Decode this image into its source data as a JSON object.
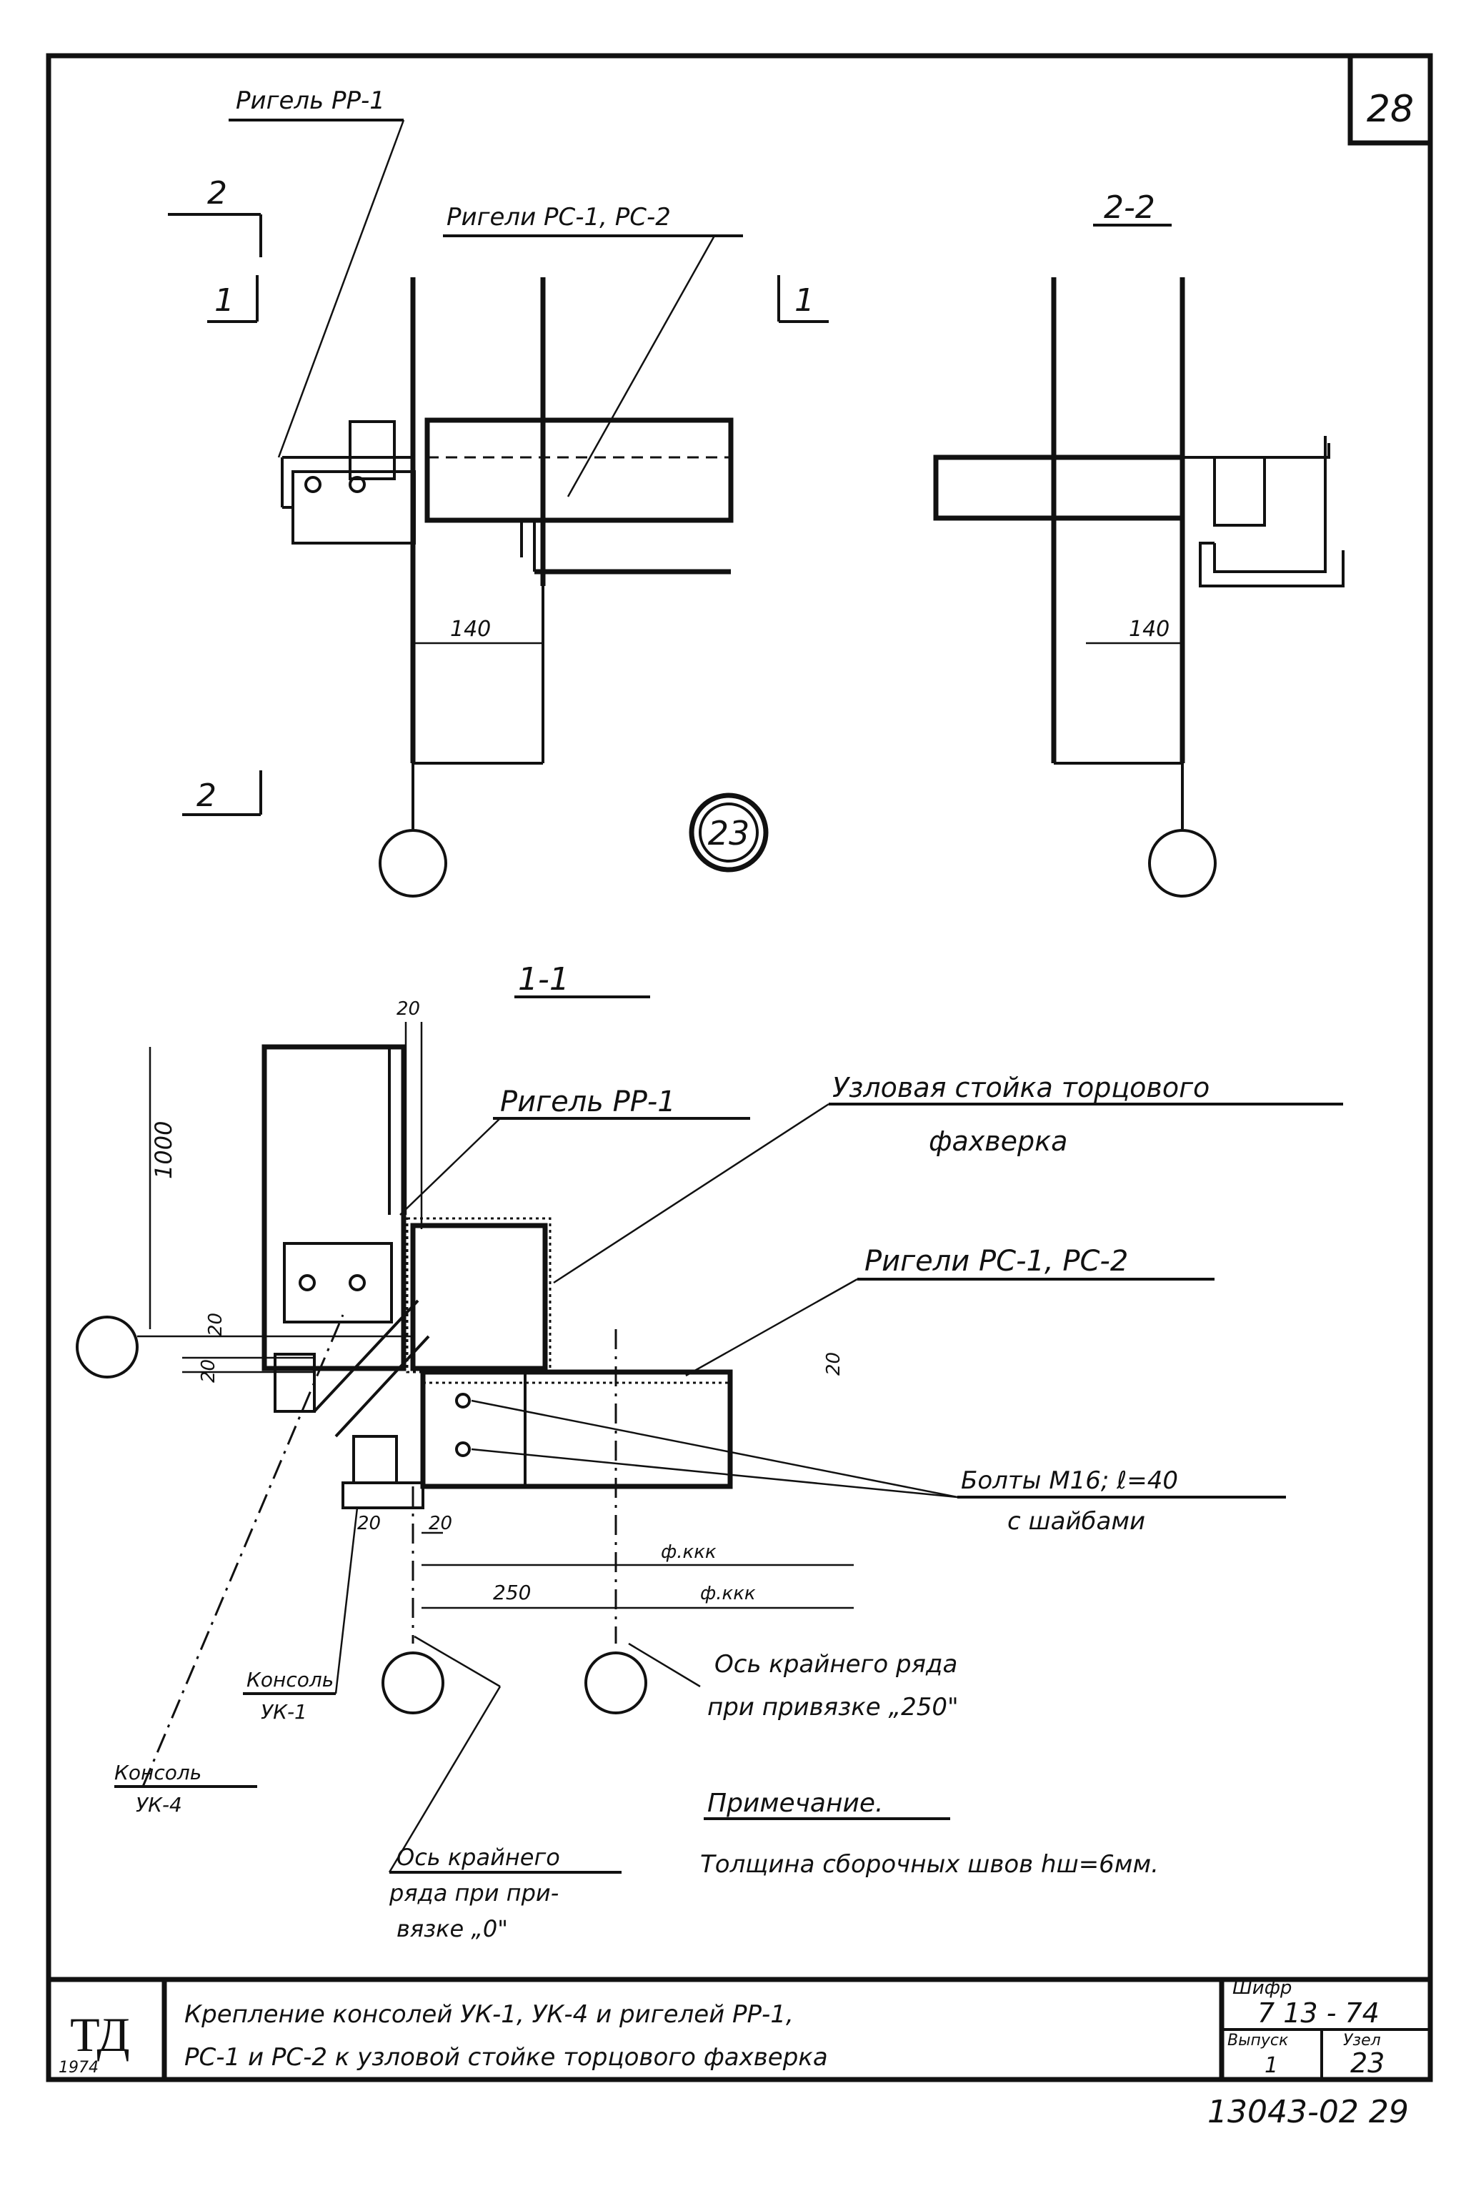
{
  "sheet": {
    "sheet_number": "28",
    "detail_number": "23"
  },
  "labels": {
    "rigel_pp1_top": "Ригель РР-1",
    "rigeli_pc_top": "Ригели РС-1, РС-2",
    "section_1_left": "1",
    "section_1_right": "1",
    "section_2_top": "2",
    "section_2_bottom": "2",
    "section_22_title": "2-2",
    "section_11_title": "1-1",
    "dim_140_a": "140",
    "dim_140_b": "140",
    "rigel_pp1": "Ригель РР-1",
    "uzlovaya_line1": "Узловая стойка торцового",
    "uzlovaya_line2": "фахверка",
    "rigeli_pc": "Ригели РС-1, РС-2",
    "bolty_line1": "Болты М16; ℓ=40",
    "bolty_line2": "с шайбами",
    "konsol_uk1_line1": "Консоль",
    "konsol_uk1_line2": "УК-1",
    "konsol_uk4_line1": "Консоль",
    "konsol_uk4_line2": "УК-4",
    "os_250_line1": "Ось крайнего ряда",
    "os_250_line2": "при привязке „250\"",
    "os_0_line1": "Ось крайнего",
    "os_0_line2": "ряда при при-",
    "os_0_line3": "вязке „0\"",
    "prim_title": "Примечание.",
    "prim_text": "Толщина сборочных швов hш=6мм.",
    "dim_20_top": "20",
    "dim_1000": "1000",
    "dim_20_a": "20",
    "dim_20_b": "20",
    "dim_20_c": "20",
    "dim_20_d": "20",
    "dim_20_e": "20",
    "dim_250": "250",
    "dim_ab1": "ф.ккк",
    "dim_ab2": "ф.ккк"
  },
  "title_block": {
    "logo": "ТД",
    "year": "1974",
    "title_line1": "Крепление консолей УК-1, УК-4 и ригелей РР-1,",
    "title_line2": "РС-1 и РС-2 к узловой стойке торцового фахверка",
    "shifr_label": "Шифр",
    "shifr_value": "7 13 - 74",
    "vypusk_label": "Выпуск",
    "vypusk_value": "1",
    "uzel_label": "Узел",
    "uzel_value": "23",
    "bottom_code": "13043-02 29"
  }
}
